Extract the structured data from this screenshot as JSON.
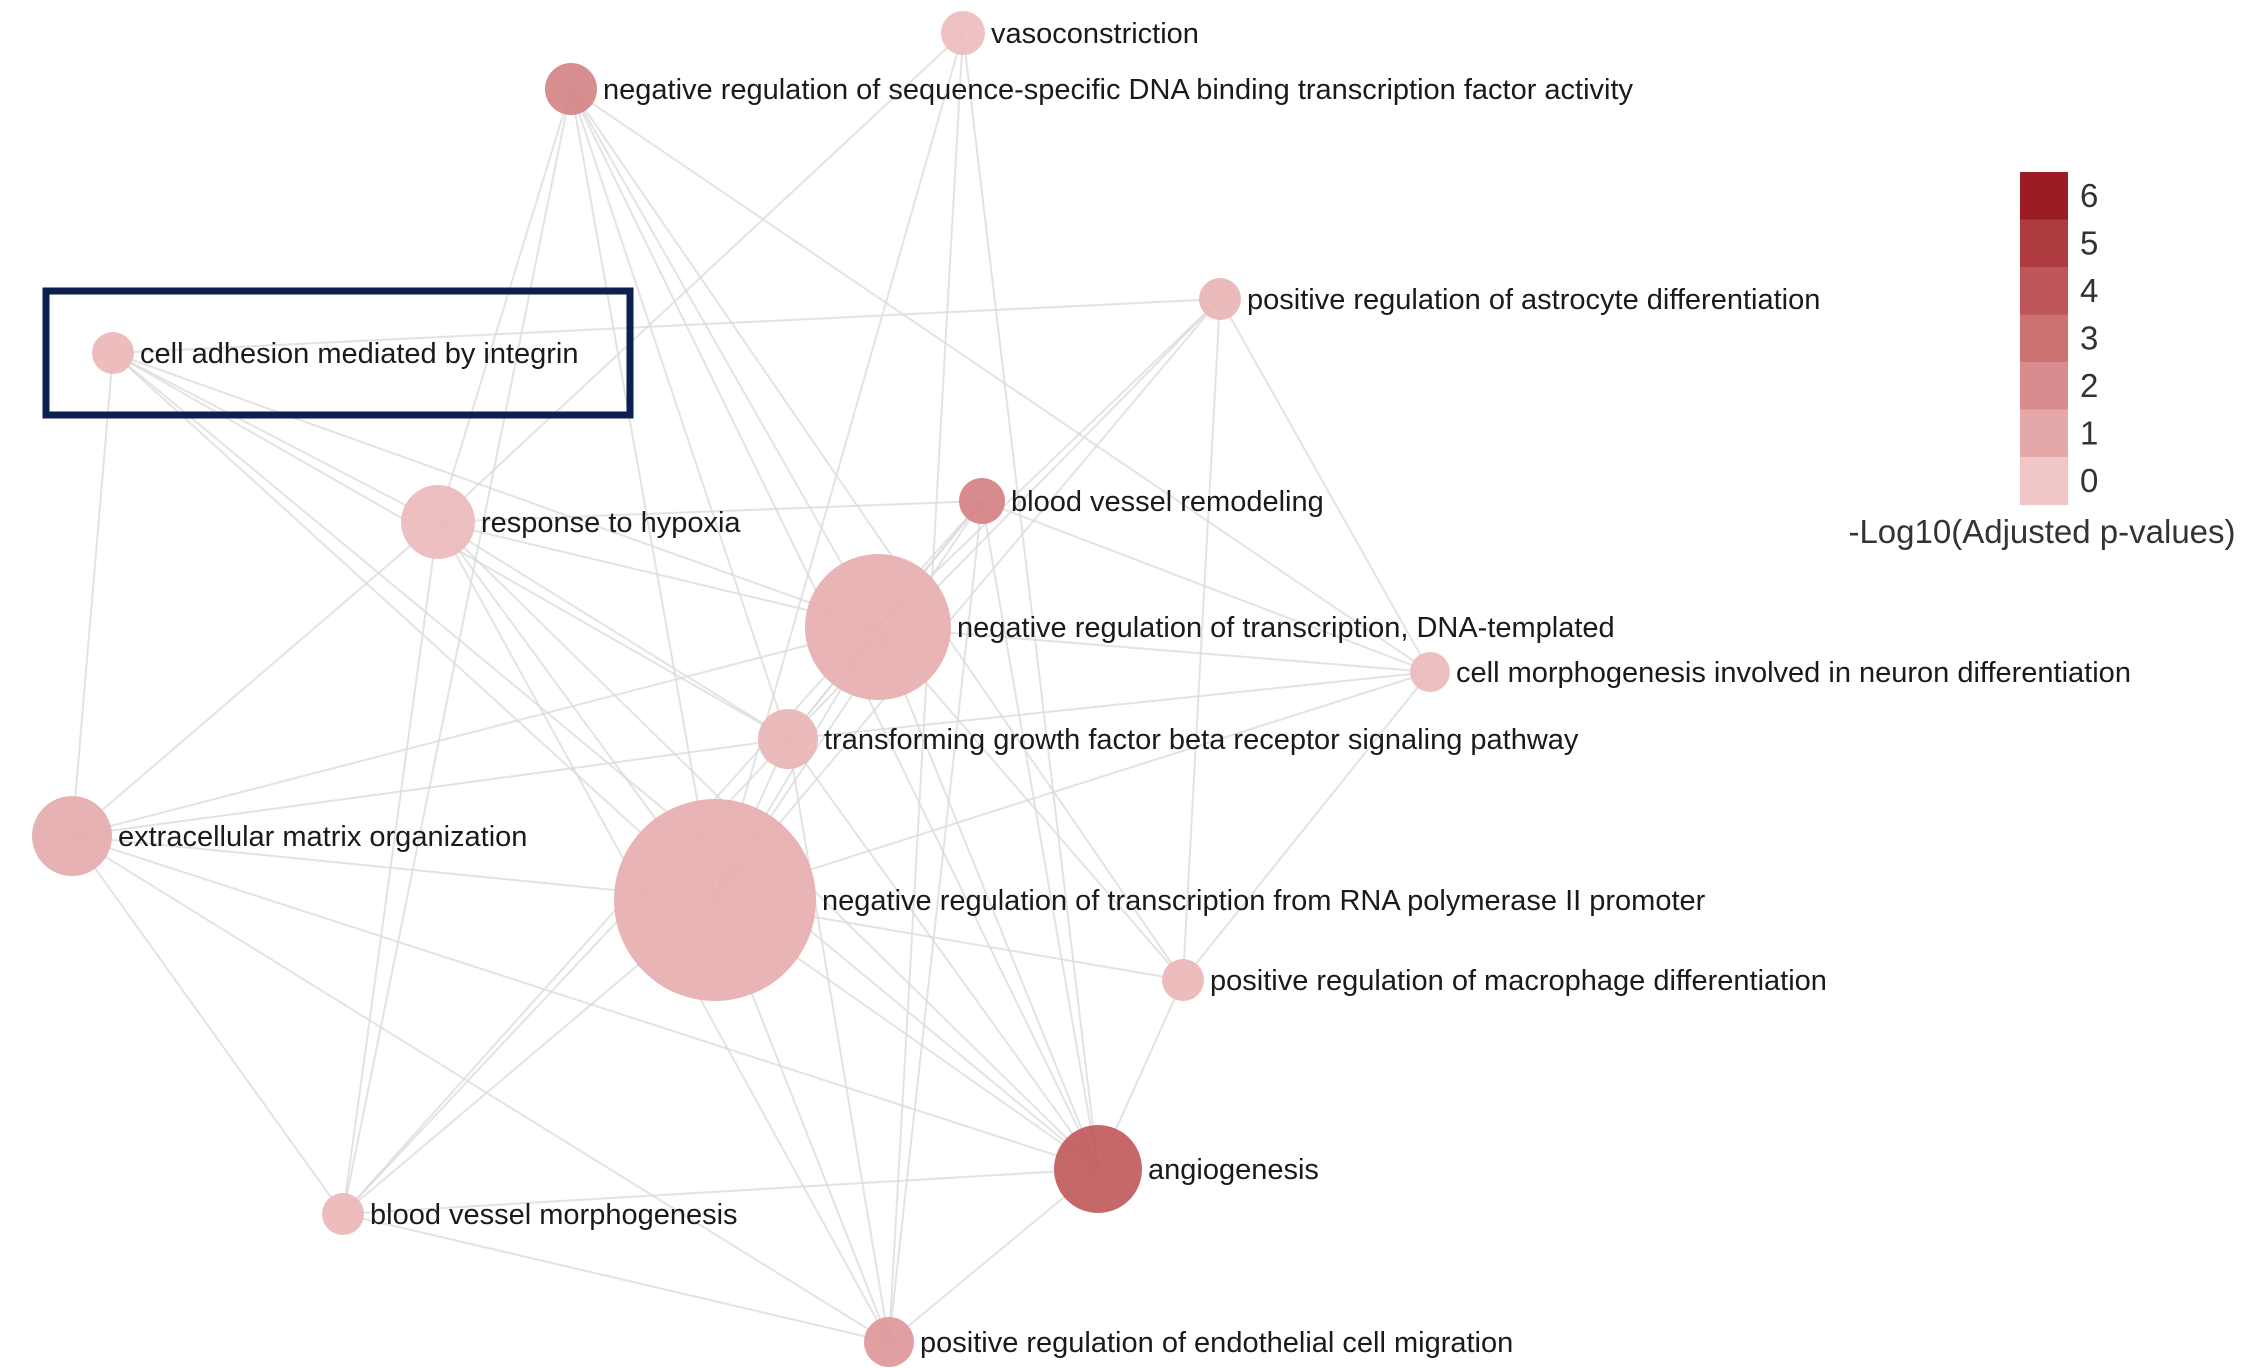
{
  "nodes": [
    {
      "id": "vasoconstriction",
      "label": "vasoconstriction",
      "value": 0.3,
      "size": 1
    },
    {
      "id": "neg_reg_dna_binding",
      "label": "negative regulation of sequence-specific DNA binding transcription factor activity",
      "value": 2.3,
      "size": 2
    },
    {
      "id": "pos_reg_astrocyte",
      "label": "positive regulation of astrocyte differentiation",
      "value": 0.6,
      "size": 1
    },
    {
      "id": "cell_adhesion_integrin",
      "label": "cell adhesion mediated by integrin",
      "value": 0.5,
      "size": 1
    },
    {
      "id": "response_hypoxia",
      "label": "response to hypoxia",
      "value": 0.4,
      "size": 3
    },
    {
      "id": "blood_vessel_remodeling",
      "label": "blood vessel remodeling",
      "value": 2.4,
      "size": 1.4
    },
    {
      "id": "neg_reg_transcription_dna",
      "label": "negative regulation of transcription, DNA-templated",
      "value": 0.8,
      "size": 7
    },
    {
      "id": "cell_morpho_neuron",
      "label": "cell morphogenesis involved in neuron differentiation",
      "value": 0.4,
      "size": 1
    },
    {
      "id": "tgf_beta",
      "label": "transforming growth factor beta receptor signaling pathway",
      "value": 0.6,
      "size": 2
    },
    {
      "id": "ecm_organization",
      "label": "extracellular matrix organization",
      "value": 0.9,
      "size": 4
    },
    {
      "id": "neg_reg_transcription_rna_pol2",
      "label": "negative regulation of transcription from RNA polymerase II promoter",
      "value": 0.8,
      "size": 14
    },
    {
      "id": "pos_reg_macrophage",
      "label": "positive regulation of macrophage differentiation",
      "value": 0.5,
      "size": 1
    },
    {
      "id": "angiogenesis",
      "label": "angiogenesis",
      "value": 3.8,
      "size": 4.5
    },
    {
      "id": "blood_vessel_morphogenesis",
      "label": "blood vessel morphogenesis",
      "value": 0.5,
      "size": 1
    },
    {
      "id": "pos_reg_endothelial_migration",
      "label": "positive regulation of endothelial cell migration",
      "value": 1.6,
      "size": 1.5
    }
  ],
  "edges": [
    [
      "neg_reg_dna_binding",
      "response_hypoxia"
    ],
    [
      "neg_reg_dna_binding",
      "neg_reg_transcription_dna"
    ],
    [
      "neg_reg_dna_binding",
      "tgf_beta"
    ],
    [
      "neg_reg_dna_binding",
      "neg_reg_transcription_rna_pol2"
    ],
    [
      "neg_reg_dna_binding",
      "angiogenesis"
    ],
    [
      "neg_reg_dna_binding",
      "blood_vessel_morphogenesis"
    ],
    [
      "neg_reg_dna_binding",
      "cell_morpho_neuron"
    ],
    [
      "neg_reg_dna_binding",
      "pos_reg_macrophage"
    ],
    [
      "vasoconstriction",
      "neg_reg_transcription_rna_pol2"
    ],
    [
      "vasoconstriction",
      "pos_reg_endothelial_migration"
    ],
    [
      "vasoconstriction",
      "angiogenesis"
    ],
    [
      "vasoconstriction",
      "response_hypoxia"
    ],
    [
      "pos_reg_astrocyte",
      "neg_reg_transcription_rna_pol2"
    ],
    [
      "pos_reg_astrocyte",
      "neg_reg_transcription_dna"
    ],
    [
      "pos_reg_astrocyte",
      "cell_morpho_neuron"
    ],
    [
      "pos_reg_astrocyte",
      "pos_reg_macrophage"
    ],
    [
      "pos_reg_astrocyte",
      "tgf_beta"
    ],
    [
      "pos_reg_astrocyte",
      "cell_adhesion_integrin"
    ],
    [
      "cell_adhesion_integrin",
      "ecm_organization"
    ],
    [
      "cell_adhesion_integrin",
      "response_hypoxia"
    ],
    [
      "cell_adhesion_integrin",
      "tgf_beta"
    ],
    [
      "cell_adhesion_integrin",
      "angiogenesis"
    ],
    [
      "cell_adhesion_integrin",
      "neg_reg_transcription_dna"
    ],
    [
      "response_hypoxia",
      "blood_vessel_remodeling"
    ],
    [
      "response_hypoxia",
      "neg_reg_transcription_dna"
    ],
    [
      "response_hypoxia",
      "tgf_beta"
    ],
    [
      "response_hypoxia",
      "angiogenesis"
    ],
    [
      "response_hypoxia",
      "pos_reg_endothelial_migration"
    ],
    [
      "response_hypoxia",
      "blood_vessel_morphogenesis"
    ],
    [
      "response_hypoxia",
      "neg_reg_transcription_rna_pol2"
    ],
    [
      "blood_vessel_remodeling",
      "neg_reg_transcription_dna"
    ],
    [
      "blood_vessel_remodeling",
      "tgf_beta"
    ],
    [
      "blood_vessel_remodeling",
      "neg_reg_transcription_rna_pol2"
    ],
    [
      "blood_vessel_remodeling",
      "angiogenesis"
    ],
    [
      "blood_vessel_remodeling",
      "cell_morpho_neuron"
    ],
    [
      "blood_vessel_remodeling",
      "pos_reg_endothelial_migration"
    ],
    [
      "blood_vessel_remodeling",
      "blood_vessel_morphogenesis"
    ],
    [
      "neg_reg_transcription_dna",
      "cell_morpho_neuron"
    ],
    [
      "neg_reg_transcription_dna",
      "tgf_beta"
    ],
    [
      "neg_reg_transcription_dna",
      "neg_reg_transcription_rna_pol2"
    ],
    [
      "neg_reg_transcription_dna",
      "angiogenesis"
    ],
    [
      "neg_reg_transcription_dna",
      "ecm_organization"
    ],
    [
      "neg_reg_transcription_dna",
      "pos_reg_macrophage"
    ],
    [
      "tgf_beta",
      "neg_reg_transcription_rna_pol2"
    ],
    [
      "tgf_beta",
      "angiogenesis"
    ],
    [
      "tgf_beta",
      "ecm_organization"
    ],
    [
      "tgf_beta",
      "blood_vessel_morphogenesis"
    ],
    [
      "tgf_beta",
      "pos_reg_endothelial_migration"
    ],
    [
      "tgf_beta",
      "cell_morpho_neuron"
    ],
    [
      "ecm_organization",
      "neg_reg_transcription_rna_pol2"
    ],
    [
      "ecm_organization",
      "angiogenesis"
    ],
    [
      "ecm_organization",
      "blood_vessel_morphogenesis"
    ],
    [
      "ecm_organization",
      "response_hypoxia"
    ],
    [
      "ecm_organization",
      "pos_reg_endothelial_migration"
    ],
    [
      "neg_reg_transcription_rna_pol2",
      "pos_reg_macrophage"
    ],
    [
      "neg_reg_transcription_rna_pol2",
      "angiogenesis"
    ],
    [
      "neg_reg_transcription_rna_pol2",
      "blood_vessel_morphogenesis"
    ],
    [
      "neg_reg_transcription_rna_pol2",
      "pos_reg_endothelial_migration"
    ],
    [
      "neg_reg_transcription_rna_pol2",
      "cell_morpho_neuron"
    ],
    [
      "pos_reg_macrophage",
      "angiogenesis"
    ],
    [
      "pos_reg_macrophage",
      "cell_morpho_neuron"
    ],
    [
      "angiogenesis",
      "blood_vessel_morphogenesis"
    ],
    [
      "angiogenesis",
      "pos_reg_endothelial_migration"
    ],
    [
      "blood_vessel_morphogenesis",
      "pos_reg_endothelial_migration"
    ],
    [
      "cell_adhesion_integrin",
      "neg_reg_transcription_rna_pol2"
    ]
  ],
  "highlight": {
    "node": "cell_adhesion_integrin",
    "color": "#0d1f4f"
  },
  "legend": {
    "title": "-Log10(Adjusted p-values)",
    "ticks": [
      "6",
      "5",
      "4",
      "3",
      "2",
      "1",
      "0"
    ],
    "colors": [
      "#9b1c24",
      "#ad3a3f",
      "#be5558",
      "#cc7072",
      "#d98c8d",
      "#e4a8a9",
      "#f1c6c7"
    ],
    "range": [
      0,
      6.8
    ]
  }
}
